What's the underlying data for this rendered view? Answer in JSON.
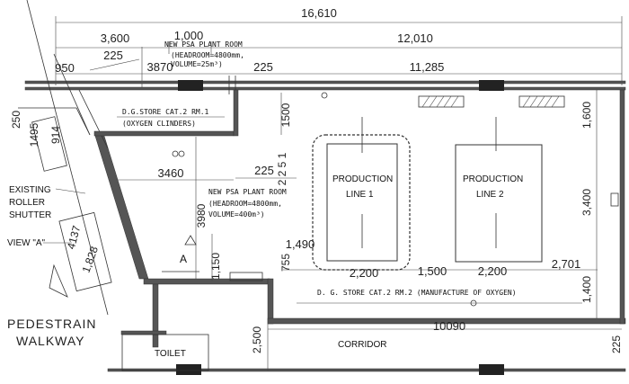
{
  "dimensions": {
    "overall_width": "16,610",
    "left_width": "3,600",
    "mid_1000": "1,000",
    "right_width": "12,010",
    "d950": "950",
    "d225_top": "225",
    "d3870": "3870",
    "d225_mid": "225",
    "d11285": "11,285",
    "d250": "250",
    "d1495": "1495",
    "d914": "914",
    "d1500": "1500",
    "d1600": "1,600",
    "d3460": "3460",
    "d225_b": "225",
    "d2251": "2 2 5 1",
    "d3980": "3980",
    "d4137": "4137",
    "d1828": "1,828",
    "d1490": "1,490",
    "d755": "755",
    "d1150": "1,150",
    "d2200_a": "2,200",
    "d1500_b": "1,500",
    "d2200_b": "2,200",
    "d2701": "2,701",
    "d3400": "3,400",
    "d1400": "1,400",
    "d10090": "10090",
    "d2500": "2,500",
    "d225_r": "225"
  },
  "labels": {
    "new_psa_room_top_1": "NEW PSA PLANT ROOM",
    "new_psa_room_top_2": "(HEADROOM=4800mm,",
    "new_psa_room_top_3": "VOLUME=25m³)",
    "dg_store_1_a": "D.G.STORE CAT.2 RM.1",
    "dg_store_1_b": "(OXYGEN CLINDERS)",
    "new_psa_room_mid_1": "NEW PSA PLANT ROOM",
    "new_psa_room_mid_2": "(HEADROOM=4800mm,",
    "new_psa_room_mid_3": "VOLUME=400m³)",
    "production_1_a": "PRODUCTION",
    "production_1_b": "LINE 1",
    "production_2_a": "PRODUCTION",
    "production_2_b": "LINE 2",
    "dg_store_2": "D. G. STORE CAT.2 RM.2 (MANUFACTURE OF OXYGEN)",
    "existing_1": "EXISTING",
    "existing_2": "ROLLER",
    "existing_3": "SHUTTER",
    "view_a": "VIEW \"A\"",
    "marker_a": "A",
    "pedestrain_1": "PEDESTRAIN",
    "pedestrain_2": "WALKWAY",
    "toilet": "TOILET",
    "corridor": "CORRIDOR"
  }
}
